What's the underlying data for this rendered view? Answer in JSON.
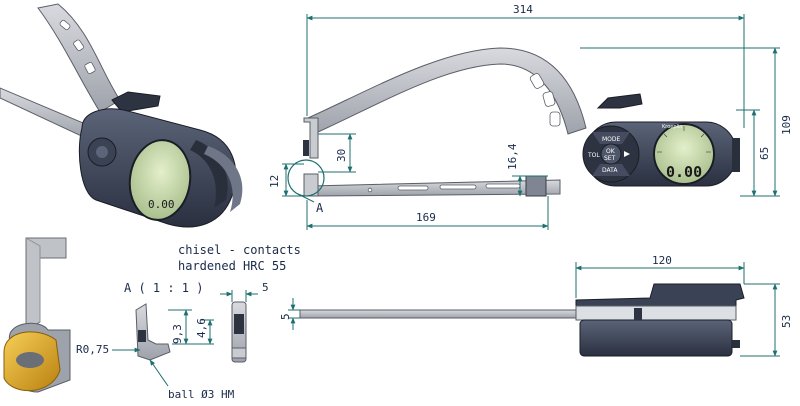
{
  "dimensions": {
    "overall_length": "314",
    "total_height": "109",
    "body_height": "65",
    "arm_reach": "169",
    "jaw_offset": "30",
    "measuring_height": "12",
    "contact_thickness": "16,4",
    "body_width": "120",
    "body_depth": "53",
    "arm_thickness": "5",
    "detail_width": "5",
    "detail_height_1": "9,3",
    "detail_height_2": "4,6",
    "radius": "R0,75",
    "ball": "ball Ø3 HM"
  },
  "labels": {
    "detail_marker": "A",
    "detail_title": "A ( 1 : 1 )",
    "contacts_line1": "chisel - contacts",
    "contacts_line2": "hardened HRC 55"
  },
  "device": {
    "display_value": "0.00",
    "display_value_small": "0.00",
    "btn_mode": "MODE",
    "btn_ok": "OK",
    "btn_set": "SET",
    "btn_tol": "TOL",
    "btn_data": "DATA",
    "brand": "Kroeplin"
  },
  "colors": {
    "dimension_line": "#1f6f70",
    "text": "#1a2a4a",
    "metal": "#b9bcc2",
    "body_dark": "#3a4255",
    "lcd": "#cfe0b4",
    "contact_gold": "#e0a51e"
  }
}
